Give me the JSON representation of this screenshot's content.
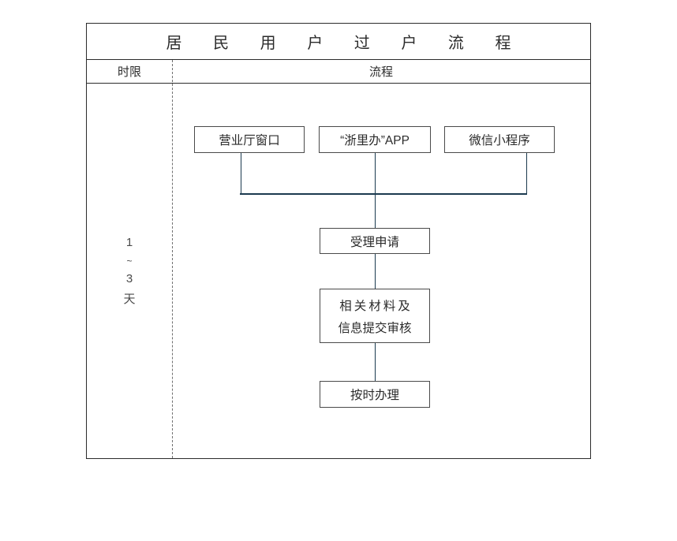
{
  "document": {
    "title": "居 民 用 户 过 户 流 程"
  },
  "table": {
    "headers": {
      "duration": "时限",
      "process": "流程"
    },
    "duration_value": {
      "line1": "1",
      "line2": "~",
      "line3": "3",
      "line4": "天"
    }
  },
  "flow": {
    "entry_nodes": [
      {
        "id": "hall",
        "label": "营业厅窗口"
      },
      {
        "id": "app",
        "label": "“浙里办”APP"
      },
      {
        "id": "wechat",
        "label": "微信小程序"
      }
    ],
    "steps": [
      {
        "id": "accept",
        "label": "受理申请"
      },
      {
        "id": "materials",
        "line1": "相关材料及",
        "line2": "信息提交审核"
      },
      {
        "id": "timely",
        "label": "按时办理"
      }
    ]
  },
  "colors": {
    "border": "#2b2b2b",
    "node_border": "#4a4a4a",
    "connector": "#1b3a4f",
    "divider": "#6f6f6f",
    "background": "#ffffff"
  }
}
